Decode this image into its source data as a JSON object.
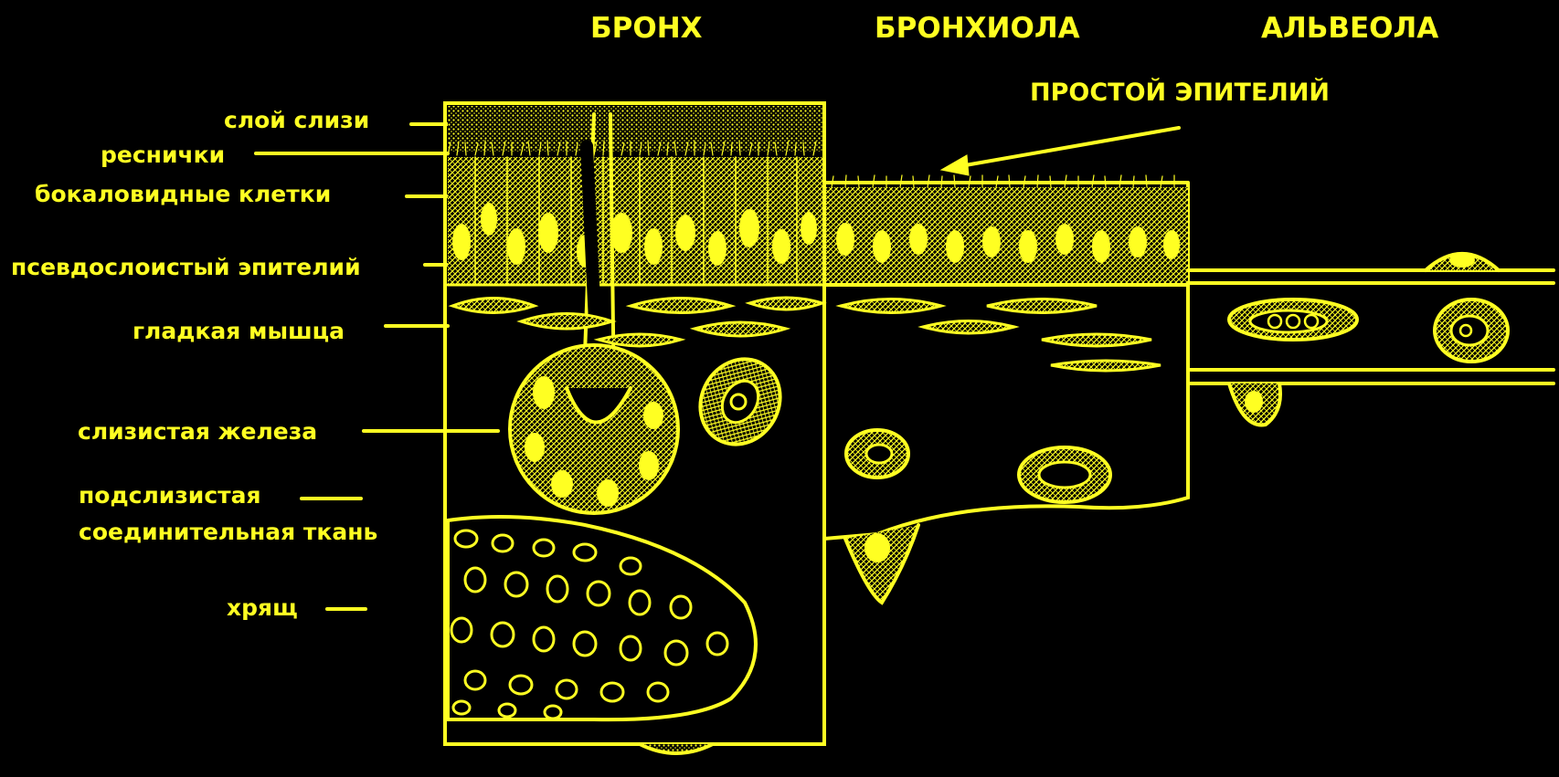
{
  "colors": {
    "background": "#000000",
    "ink": "#ffff22"
  },
  "headers": {
    "bronchus": "БРОНХ",
    "bronchiole": "БРОНХИОЛА",
    "alveolus": "АЛЬВЕОЛА"
  },
  "simple_epithelium": "ПРОСТОЙ ЭПИТЕЛИЙ",
  "labels": {
    "mucus_layer": "слой слизи",
    "cilia": "реснички",
    "goblet_cells": "бокаловидные клетки",
    "pseudostratified_epithelium": "псевдослоистый эпителий",
    "smooth_muscle": "гладкая мышца",
    "mucous_gland": "слизистая железа",
    "submucosa_line1": "подслизистая",
    "submucosa_line2": "соединительная ткань",
    "cartilage": "хрящ"
  }
}
